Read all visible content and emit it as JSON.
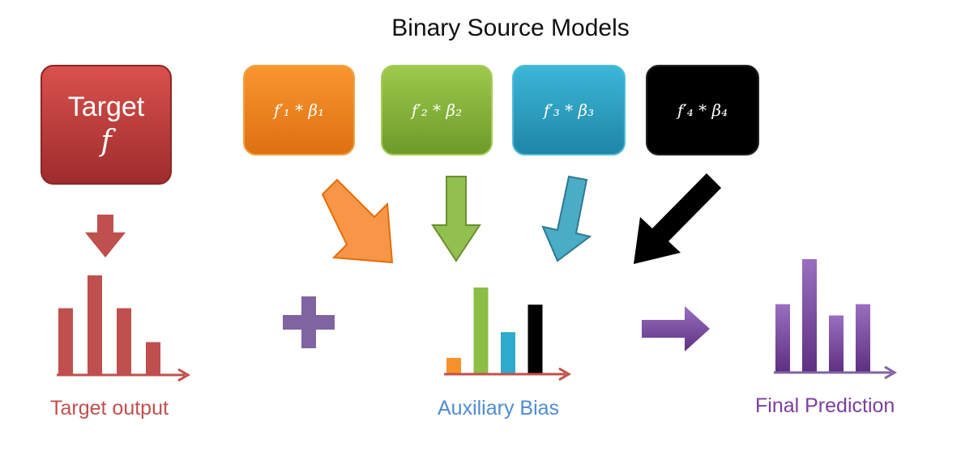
{
  "title": "Binary Source Models",
  "target_box": {
    "line1": "Target",
    "line2": "f"
  },
  "source_models": [
    {
      "formula": "f′₁ * β₁",
      "color": "#f7922a"
    },
    {
      "formula": "f′₂ * β₂",
      "color": "#8cbd45"
    },
    {
      "formula": "f′₃ * β₃",
      "color": "#2fa9cc"
    },
    {
      "formula": "f′₄ * β₄",
      "color": "#000000"
    }
  ],
  "labels": {
    "target_output": "Target output",
    "auxiliary_bias": "Auxiliary Bias",
    "final_prediction": "Final Prediction"
  },
  "colors": {
    "target": "#c0504d",
    "auxiliary": "#4f8ccf",
    "final": "#7b3f9e",
    "plus": "#8064a2"
  },
  "bars": {
    "target_output": [
      0.67,
      1.0,
      0.67,
      0.33
    ],
    "auxiliary_bias": [
      0.18,
      1.0,
      0.48,
      0.8
    ],
    "final_prediction": [
      0.6,
      1.0,
      0.5,
      0.6
    ]
  }
}
